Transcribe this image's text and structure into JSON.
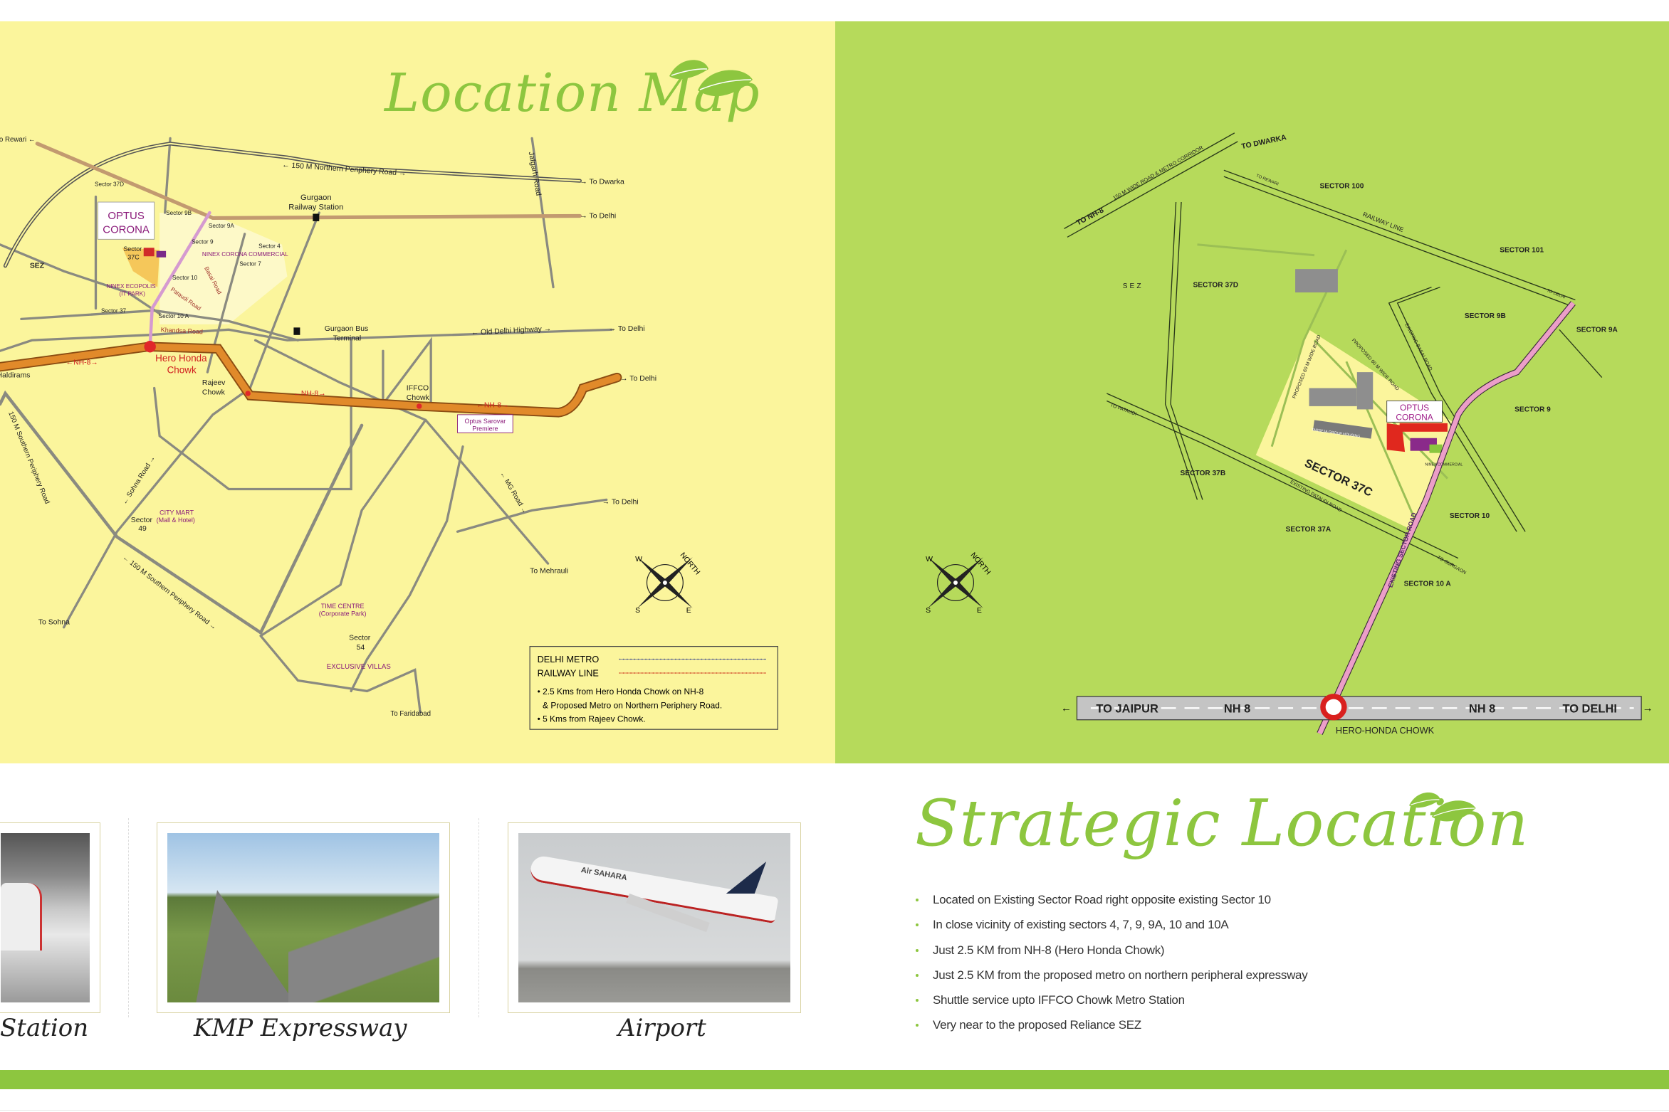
{
  "location_map": {
    "title": "Location Map",
    "labels": [
      "To Rewari ←",
      "← 150 M Northern Periphery Road →",
      "Jafgarh Road",
      "→ To Dwarka",
      "→ To Delhi",
      "Gurgaon",
      "Railway Station",
      "Sector 37D",
      "Sector 9B",
      "Sector 9A",
      "Sector 9",
      "Sector 4",
      "Sector 7",
      "NINEX CORONA COMMERCIAL",
      "Sector 10",
      "Sector",
      "37C",
      "SEZ",
      "NINEX ECOPOLIS",
      "(IT PARK)",
      "Sector 37",
      "Sector 10 A",
      "Khandsa Road",
      "Basai Road",
      "Pataudi Road",
      "Gurgaon Bus",
      "Terminal",
      "← Old Delhi Highway →",
      "→ To Delhi",
      "→ To Delhi",
      "Hero Honda",
      "Chowk",
      "Rajeev",
      "Chowk",
      "IFFCO",
      "Chowk",
      "←NH-8→",
      "←NH-8→",
      "←NH-8→",
      "Haldirams",
      "Optus Sarovar",
      "Premiere",
      "150 M Southern Periphery Road",
      "← MG Road →",
      "← Sohna Road →",
      "CITY MART",
      "(Mall & Hotel)",
      "Sector",
      "49",
      "→ To Delhi",
      "To Mehrauli",
      "To Sohna",
      "← 150 M Southern Periphery Road →",
      "TIME CENTRE",
      "(Corporate Park)",
      "Sector",
      "54",
      "EXCLUSIVE VILLAS",
      "To Faridabad",
      "OPTUS",
      "CORONA"
    ],
    "compass": {
      "north": "NORTH",
      "w": "W",
      "s": "S",
      "e": "E"
    },
    "legend": {
      "metro": "DELHI METRO",
      "railway": "RAILWAY LINE",
      "notes": [
        "• 2.5 Kms from Hero Honda Chowk on NH-8",
        "& Proposed Metro on Northern Periphery Road.",
        "• 5 Kms from Rajeev Chowk."
      ]
    }
  },
  "site_map": {
    "labels": [
      "TO NH-8",
      "150 M WIDE ROAD & METRO CORRIDOR",
      "TO DWARKA",
      "SECTOR 100",
      "RAILWAY LINE",
      "SECTOR 101",
      "SEZ",
      "SECTOR 37D",
      "SECTOR 9B",
      "SECTOR 9A",
      "SECTOR 9",
      "SECTOR 37B",
      "SECTOR 37C",
      "SECTOR 10",
      "SECTOR 37A",
      "SECTOR 10 A",
      "EXISTING SECTOR ROAD",
      "EXISTING PATAUDI ROAD",
      "EXISTING BASAI ROAD",
      "PROPOSED 60 M WIDE ROAD",
      "PROPOSED 60 M WIDE ROAD",
      "TO PATAUDI",
      "TO GURGAON",
      "TO REWARI",
      "TO DELHI",
      "NINEX COMMERCIAL",
      "TARSEJA GROUP HOUSING",
      "OPTUS",
      "CORONA"
    ],
    "nh8": {
      "left": "TO JAIPUR",
      "road1": "NH 8",
      "road2": "NH 8",
      "right": "TO DELHI",
      "junction": "HERO-HONDA CHOWK"
    },
    "compass": {
      "north": "NORTH",
      "w": "W",
      "s": "S",
      "e": "E"
    }
  },
  "gallery": [
    {
      "caption": "Station"
    },
    {
      "caption": "KMP Expressway"
    },
    {
      "caption": "Airport"
    }
  ],
  "plane_livery": "Air SAHARA",
  "strategic": {
    "title": "Strategic Location",
    "bullets": [
      "Located on Existing Sector Road right opposite existing Sector 10",
      "In close vicinity of existing sectors 4, 7, 9, 9A, 10 and 10A",
      "Just 2.5 KM from NH-8 (Hero Honda Chowk)",
      "Just 2.5 KM from the proposed metro on northern peripheral expressway",
      "Shuttle service upto IFFCO Chowk Metro Station",
      "Very near to the proposed Reliance SEZ"
    ]
  },
  "colors": {
    "yellow_panel": "#fbf59c",
    "green_panel": "#b6da5b",
    "accent_green": "#8dc63f",
    "nh8_orange": "#d9781e",
    "sector_road_pink": "#e89cc4",
    "project_purple": "#8a1a7a"
  }
}
